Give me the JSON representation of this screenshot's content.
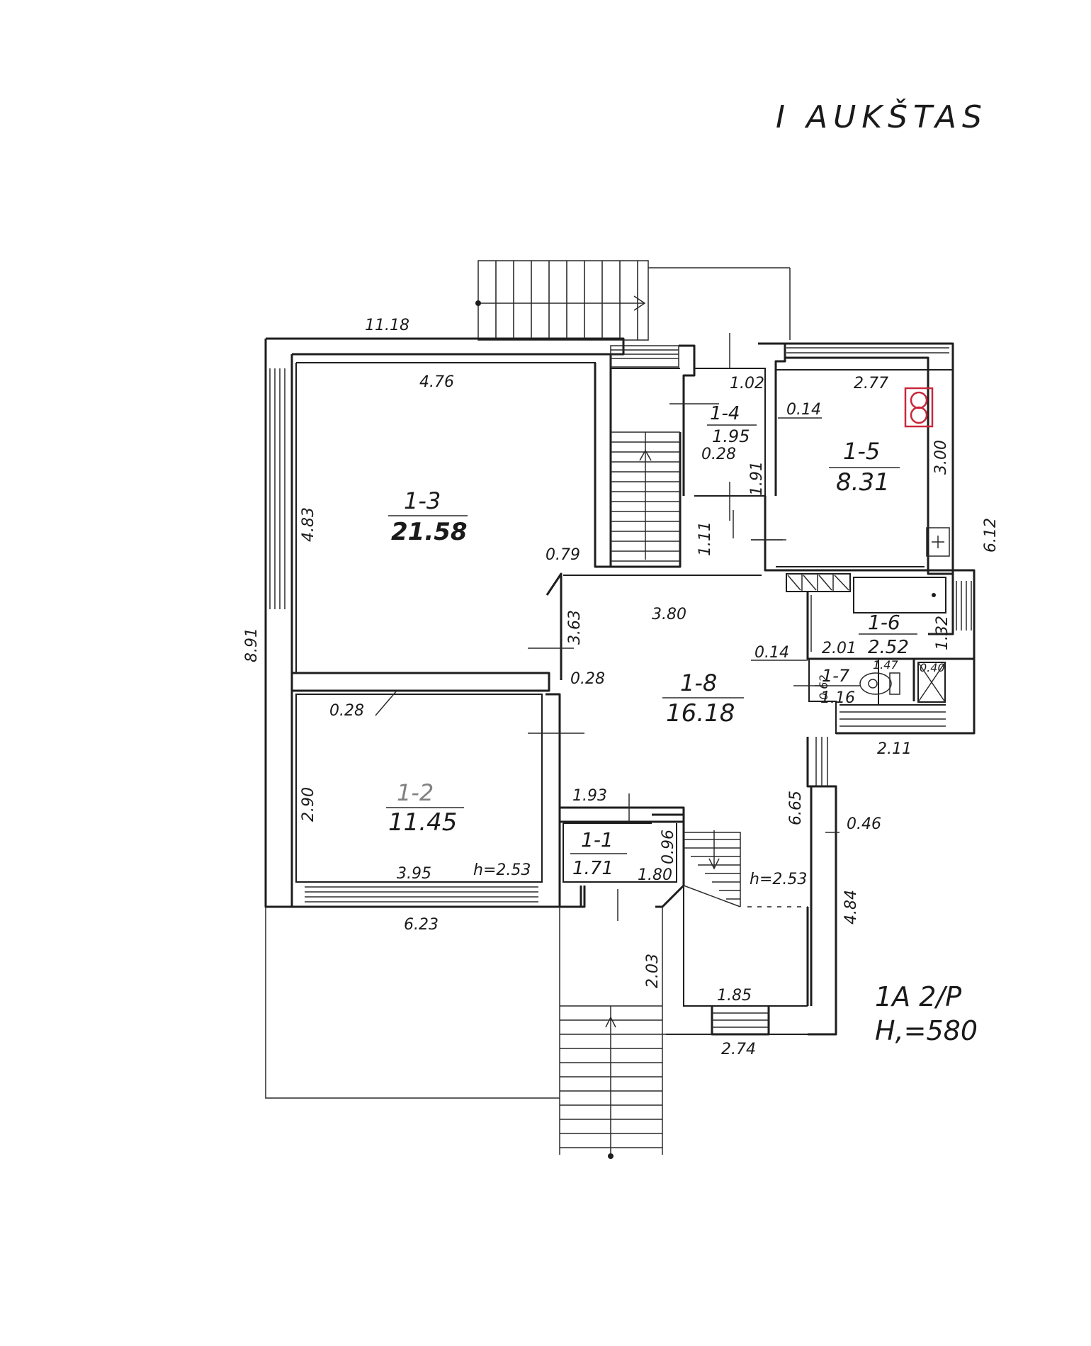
{
  "title": "I AUKŠTAS",
  "rooms": [
    {
      "id": "1-1",
      "area": "1.71"
    },
    {
      "id": "1-2",
      "area": "11.45"
    },
    {
      "id": "1-3",
      "area": "21.58"
    },
    {
      "id": "1-4",
      "area": "1.95"
    },
    {
      "id": "1-5",
      "area": "8.31"
    },
    {
      "id": "1-6",
      "area": "2.52"
    },
    {
      "id": "1-7",
      "area": "1.16"
    },
    {
      "id": "1-8",
      "area": "16.18"
    }
  ],
  "dimensions": {
    "top_overall": "11.18",
    "left_overall": "8.91",
    "r3_width": "4.76",
    "r3_height": "4.83",
    "r3_door": "0.79",
    "r2_wall_a": "0.28",
    "r2_height": "2.90",
    "r2_width": "3.95",
    "r2_h": "h=2.53",
    "bottom_left": "6.23",
    "r4_width": "1.02",
    "r4_wall": "0.28",
    "r4_height": "1.91",
    "r5_wall": "0.14",
    "r5_width": "2.77",
    "r5_height": "3.00",
    "right_overall": "6.12",
    "hall_gap": "1.11",
    "hall_width": "3.80",
    "hall_side": "3.63",
    "hall_wall": "0.28",
    "hall_wall_b": "0.14",
    "r6_width": "2.01",
    "r6_height": "1.32",
    "r7_a": "0.62",
    "r7_b": "1.47",
    "r7_c": "0.40",
    "r7_bottom": "2.11",
    "r1_top": "1.93",
    "r1_side": "0.96",
    "r1_bottom": "1.80",
    "hall_right": "6.65",
    "wall_046": "0.46",
    "ext_484": "4.84",
    "h_right": "h=2.53",
    "entry_depth": "2.03",
    "entry_width": "1.85",
    "bottom_274": "2.74"
  },
  "note": {
    "line1": "1A 2/P",
    "line2": "H,=580"
  }
}
